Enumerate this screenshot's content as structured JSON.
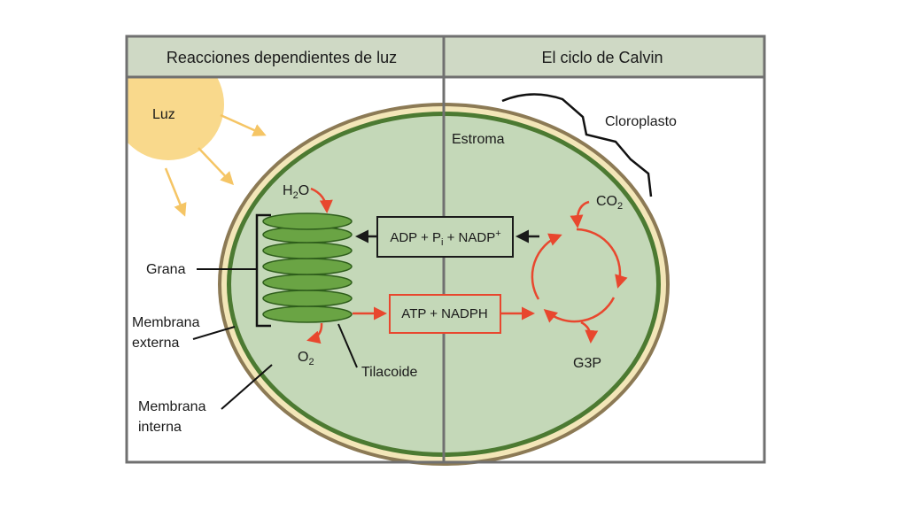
{
  "headers": {
    "left": "Reacciones dependientes de luz",
    "right": "El ciclo de Calvin"
  },
  "labels": {
    "sun": "Luz",
    "stroma": "Estroma",
    "chloroplast": "Cloroplasto",
    "grana": "Grana",
    "outer_membrane_line1": "Membrana",
    "outer_membrane_line2": "externa",
    "inner_membrane_line1": "Membrana",
    "inner_membrane_line2": "interna",
    "thylakoid": "Tilacoide",
    "water": "H",
    "water_sub": "2",
    "water_tail": "O",
    "oxygen": "O",
    "oxygen_sub": "2",
    "co2": "CO",
    "co2_sub": "2",
    "g3p": "G3P"
  },
  "boxes": {
    "adp_part1": "ADP + P",
    "adp_sub": "i",
    "adp_part2": " + NADP",
    "adp_sup": "+",
    "atp": "ATP + NADPH"
  },
  "colors": {
    "panel_fill": "#cfd9c5",
    "panel_border": "#707070",
    "sun": "#f9d98c",
    "sun_ray": "#f5c565",
    "outer_membrane": "#8c7a55",
    "membrane_gap": "#f3e6b8",
    "inner_membrane": "#4c7a32",
    "stroma": "#c4d8b8",
    "grana": "#6aa444",
    "grana_edge": "#2f5e1c",
    "arrow_red": "#e8472e",
    "arrow_black": "#1a1a1a"
  }
}
